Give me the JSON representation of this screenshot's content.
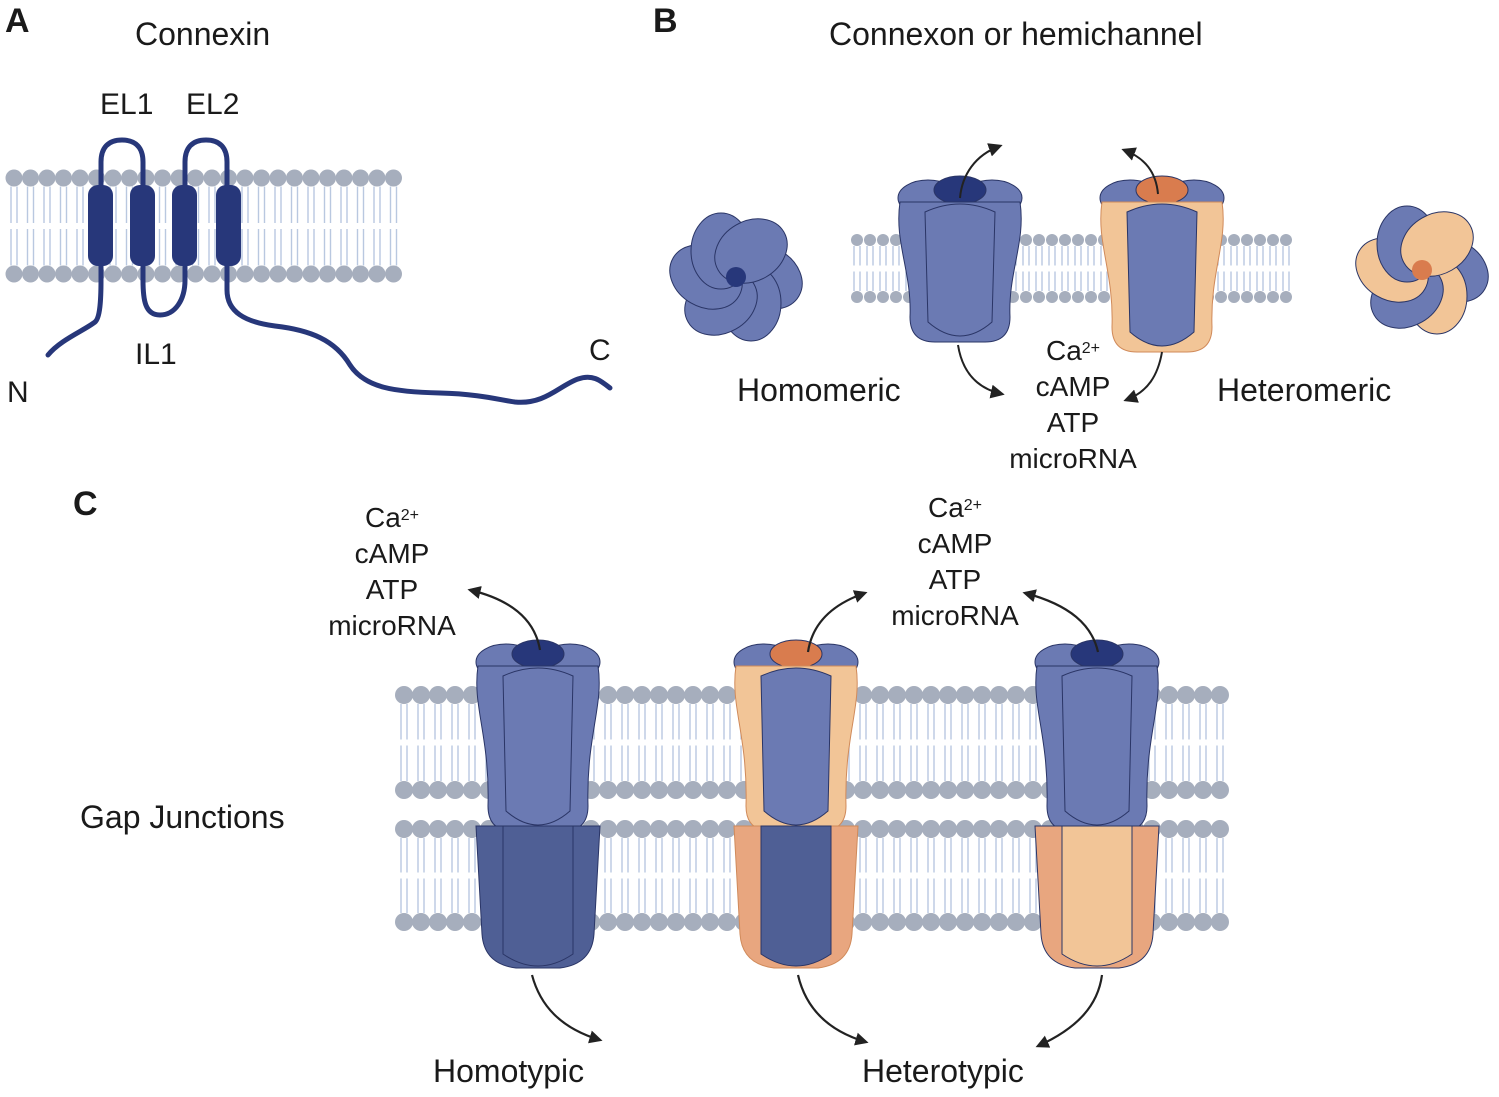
{
  "panels": {
    "a": {
      "letter": "A",
      "title": "Connexin",
      "loops": {
        "el1": "EL1",
        "el2": "EL2",
        "il1": "IL1"
      },
      "n_term": "N",
      "c_term": "C"
    },
    "b": {
      "letter": "B",
      "title": "Connexon or hemichannel",
      "homomeric": "Homomeric",
      "heteromeric": "Heteromeric",
      "molecules": {
        "ca": "Ca",
        "ca_charge": "2+",
        "camp": "cAMP",
        "atp": "ATP",
        "microrna": "microRNA"
      }
    },
    "c": {
      "letter": "C",
      "title": "Gap Junctions",
      "homotypic": "Homotypic",
      "heterotypic": "Heterotypic",
      "molecules_left": {
        "ca": "Ca",
        "ca_charge": "2+",
        "camp": "cAMP",
        "atp": "ATP",
        "microrna": "microRNA"
      },
      "molecules_right": {
        "ca": "Ca",
        "ca_charge": "2+",
        "camp": "cAMP",
        "atp": "ATP",
        "microrna": "microRNA"
      }
    }
  },
  "colors": {
    "connexin_blue": "#6b7ab3",
    "connexin_dark": "#27377a",
    "connexin_shadow": "#4f5f95",
    "connexin_peach": "#f2c597",
    "connexin_orange": "#d97c4e",
    "membrane_head": "#a6aebd",
    "membrane_tail": "#b9c8e0"
  }
}
